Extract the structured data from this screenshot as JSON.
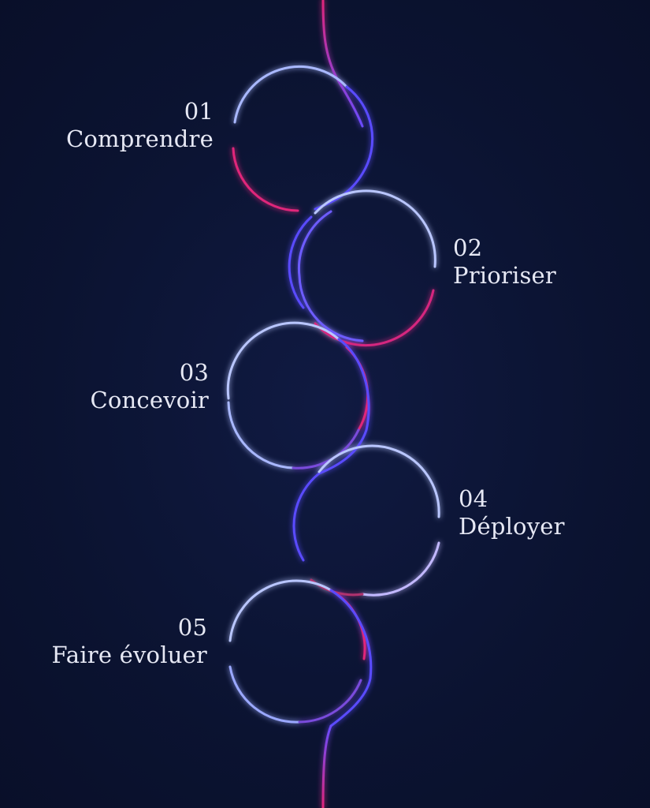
{
  "steps": [
    {
      "number": "01",
      "label": "Comprendre"
    },
    {
      "number": "02",
      "label": "Prioriser"
    },
    {
      "number": "03",
      "label": "Concevoir"
    },
    {
      "number": "04",
      "label": "Déployer"
    },
    {
      "number": "05",
      "label": "Faire évoluer"
    }
  ],
  "colors": {
    "background": "#0b1331",
    "text": "#e6e8f4",
    "ring_light": "#b9c6ff",
    "ring_blue": "#5a4cff",
    "ring_pink": "#e0257a"
  }
}
